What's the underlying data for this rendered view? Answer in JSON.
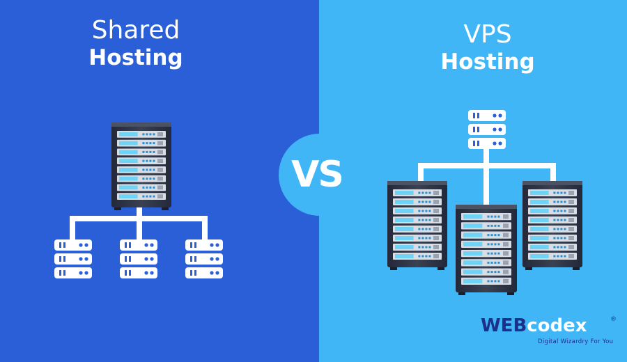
{
  "left": {
    "title_line1": "Shared",
    "title_line2": "Hosting"
  },
  "right": {
    "title_line1": "VPS",
    "title_line2": "Hosting"
  },
  "vs_label": "VS",
  "logo": {
    "part1": "WEB",
    "part2": "codex",
    "registered": "®",
    "tagline": "Digital Wizardry For You"
  },
  "colors": {
    "left_background": "#2a5fd8",
    "right_background": "#41b6f6",
    "rack_body": "#2d3340",
    "rack_slot_accent": "#6fd3f5",
    "connector": "#ffffff",
    "logo_brand": "#1e2f8a"
  },
  "icons": {
    "main_rack": "server-rack-icon",
    "small_servers": "server-stack-icon"
  }
}
